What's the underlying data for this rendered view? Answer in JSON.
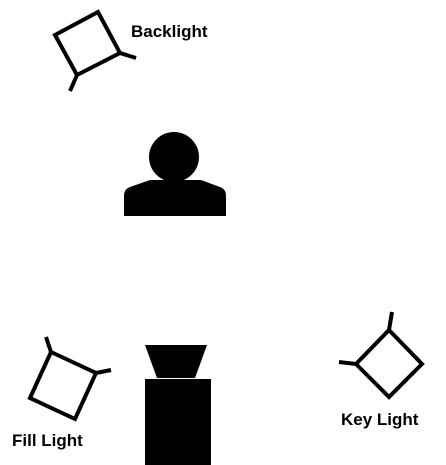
{
  "labels": {
    "backlight": "Backlight",
    "fill_light": "Fill Light",
    "key_light": "Key Light"
  },
  "colors": {
    "ink": "#000000",
    "background": "#ffffff"
  },
  "icons": {
    "backlight": "light-fixture-icon",
    "fill_light": "light-fixture-icon",
    "key_light": "light-fixture-icon",
    "subject": "person-silhouette-icon",
    "camera": "camera-icon"
  }
}
